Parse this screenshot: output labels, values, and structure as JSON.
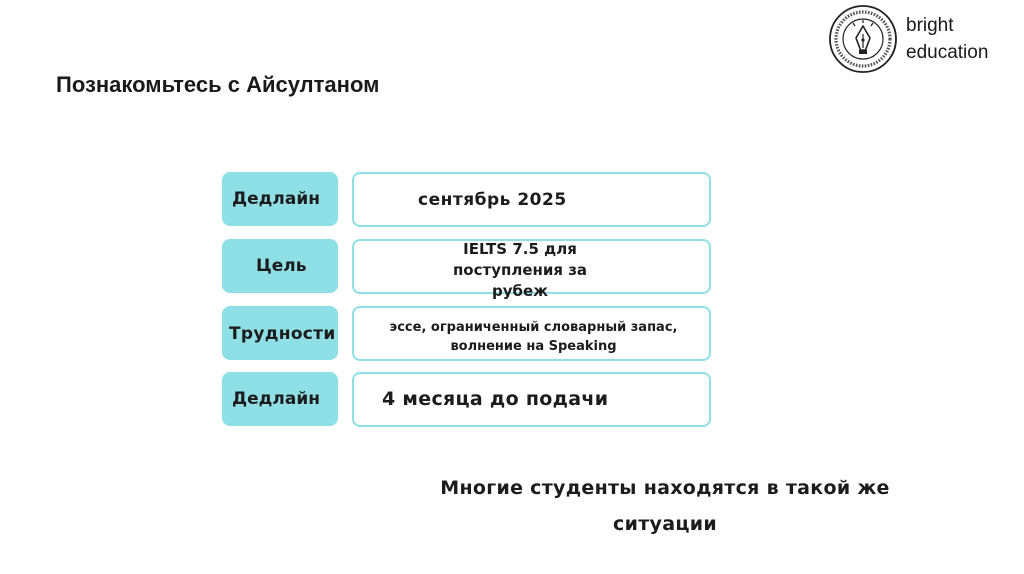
{
  "brand": {
    "line1": "bright",
    "line2": "education"
  },
  "title": "Познакомьтесь с Айсултаном",
  "rows": [
    {
      "label": "Дедлайн",
      "value": "сентябрь 2025"
    },
    {
      "label": "Цель",
      "value": "IELTS 7.5 для поступления за рубеж"
    },
    {
      "label": "Трудности",
      "value": "эссе, ограниченный словарный запас, волнение на Speaking"
    },
    {
      "label": "Дедлайн",
      "value": "4 месяца до подачи"
    }
  ],
  "footer": "Многие студенты находятся в такой же ситуации",
  "colors": {
    "accent": "#8fe0e6",
    "text": "#1c1c1c",
    "background": "#ffffff"
  },
  "icons": {
    "logo": "pen-nib-seal-icon"
  }
}
